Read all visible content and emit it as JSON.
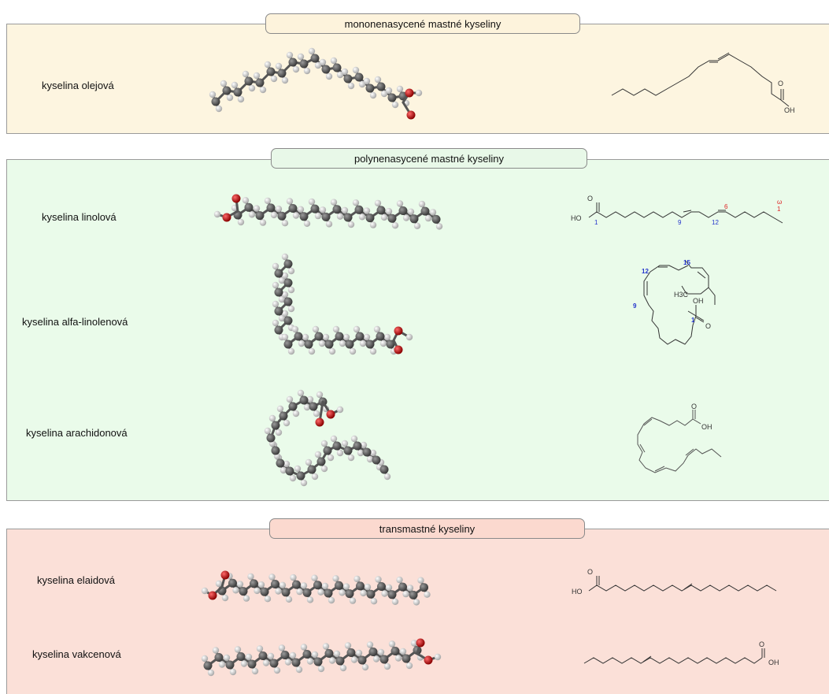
{
  "sections": {
    "mono": {
      "title": "mononenasycené mastné kyseliny"
    },
    "poly": {
      "title": "polynenasycené mastné kyseliny"
    },
    "trans": {
      "title": "transmastné kyseliny"
    }
  },
  "acids": [
    {
      "name": "kyselina olejová"
    },
    {
      "name": "kyselina linolová"
    },
    {
      "name": "kyselina alfa-linolenová"
    },
    {
      "name": "kyselina arachidonová"
    },
    {
      "name": "kyselina elaidová"
    },
    {
      "name": "kyselina vakcenová"
    }
  ],
  "formula_labels": {
    "oh": "OH",
    "ho": "HO",
    "o": "O",
    "h3c": "H3C",
    "omega": "ω",
    "linoleic_numbers": [
      "1",
      "9",
      "12",
      "6",
      "1"
    ],
    "alpha_numbers": [
      "12",
      "15",
      "9",
      "1"
    ]
  },
  "colors": {
    "mono_bg": "#fdf5e0",
    "poly_bg": "#eafbea",
    "trans_bg": "#fbe0d8",
    "carbon": "#3a3a3a",
    "hydrogen": "#e6e6e6",
    "oxygen": "#c41212",
    "number_blue": "#2233cc",
    "number_red": "#dd2222"
  }
}
